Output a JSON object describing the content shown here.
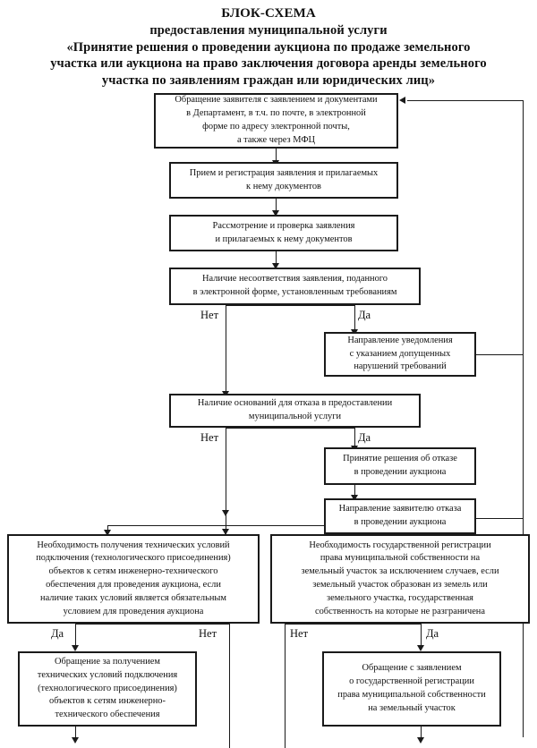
{
  "title": {
    "line1": "БЛОК-СХЕМА",
    "line2": "предоставления муниципальной услуги",
    "line3": "«Принятие решения о проведении аукциона по продаже земельного",
    "line4": "участка или аукциона на право заключения договора аренды земельного",
    "line5": "участка по заявлениям граждан или юридических лиц»"
  },
  "nodes": {
    "n1": "Обращение заявителя с заявлением и документами\nв Департамент, в т.ч. по почте, в электронной\nформе по адресу  электронной почты,\nа также через МФЦ",
    "n2": "Прием и регистрация заявления и прилагаемых\nк нему документов",
    "n3": "Рассмотрение и проверка заявления\nи прилагаемых к нему документов",
    "n4": "Наличие несоответствия заявления, поданного\nв электронной форме, установленным требованиям",
    "n5": "Направление уведомления\nс указанием допущенных\nнарушений требований",
    "n6": "Наличие оснований для отказа в предоставлении\nмуниципальной услуги",
    "n7": "Принятие решения об отказе\nв проведении аукциона",
    "n8": "Направление заявителю отказа\nв проведении аукциона",
    "n9": "Необходимость получения технических условий\nподключения (технологического присоединения)\nобъектов к сетям инженерно-технического\nобеспечения для проведения аукциона, если\nналичие таких условий является обязательным\nусловием для проведения аукциона",
    "n10": "Необходимость государственной регистрации\nправа муниципальной собственности на\nземельный участок за исключением случаев, если\nземельный участок образован из земель или\nземельного участка, государственная\nсобственность на которые не разграничена",
    "n11": "Обращение за получением\nтехнических условий подключения\n(технологического присоединения)\nобъектов к сетям инженерно-\nтехнического обеспечения",
    "n12": "Обращение с заявлением\nо государственной регистрации\nправа муниципальной собственности\nна земельный участок"
  },
  "branch_labels": {
    "b1_no": "Нет",
    "b1_yes": "Да",
    "b2_no": "Нет",
    "b2_yes": "Да",
    "b3_yes": "Да",
    "b3_no": "Нет",
    "b4_no": "Нет",
    "b4_yes": "Да"
  },
  "colors": {
    "ink": "#1a1a1a",
    "background": "#ffffff",
    "border": "#1a1a1a"
  }
}
